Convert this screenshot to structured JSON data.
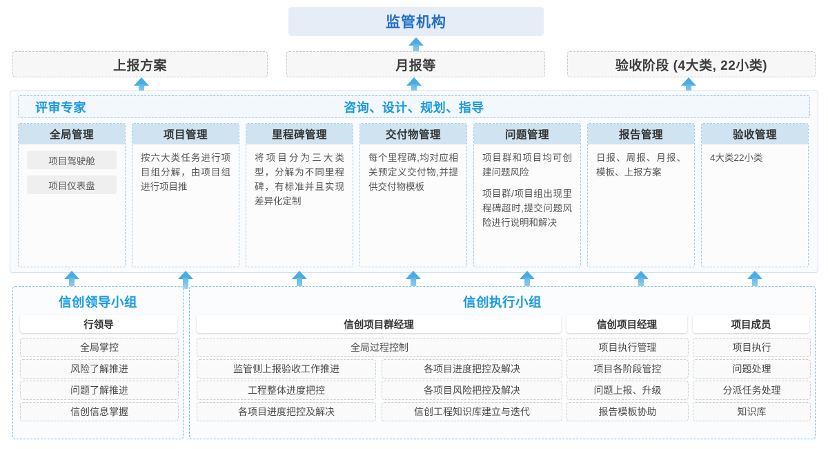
{
  "top": {
    "regulator_title": "监管机构",
    "deliverables": [
      {
        "label": "上报方案"
      },
      {
        "label": "月报等"
      },
      {
        "label": "验收阶段 (4大类, 22小类)"
      }
    ]
  },
  "middle": {
    "banner_left": "评审专家",
    "banner_center": "咨询、设计、规划、指导",
    "cards": [
      {
        "title": "全局管理",
        "paragraphs": [],
        "pills": [
          "项目驾驶舱",
          "项目仪表盘"
        ]
      },
      {
        "title": "项目管理",
        "paragraphs": [
          "按六大类任务进行项目组分解，由项目组进行项目推"
        ],
        "pills": []
      },
      {
        "title": "里程碑管理",
        "paragraphs": [
          "将项目分为三大类型，分解为不同里程碑，有标准并且实现差异化定制"
        ],
        "pills": []
      },
      {
        "title": "交付物管理",
        "paragraphs": [
          "每个里程碑,均对应相关预定义交付物,并提供交付物模板"
        ],
        "pills": []
      },
      {
        "title": "问题管理",
        "paragraphs": [
          "项目群和项目均可创建问题风险",
          "项目群/项目组出现里程碑超时,提交问题风险进行说明和解决"
        ],
        "pills": []
      },
      {
        "title": "报告管理",
        "paragraphs": [
          "日报、周报、月报、模板、上报方案"
        ],
        "pills": []
      },
      {
        "title": "验收管理",
        "paragraphs": [
          "4大类22小类"
        ],
        "pills": []
      }
    ]
  },
  "bottom": {
    "groups": [
      {
        "title": "信创领导小组",
        "roles": [
          {
            "head": "行领导",
            "items": [
              "全局掌控",
              "风险了解推进",
              "问题了解推进",
              "信创信息掌握"
            ]
          }
        ]
      },
      {
        "title": "信创执行小组",
        "roles": [
          {
            "head": "信创项目群经理",
            "wide_item": "全局过程控制",
            "col_left": [
              "监管侧上报验收工作推进",
              "工程整体进度把控",
              "各项目进度把控及解决"
            ],
            "col_right": [
              "各项目进度把控及解决",
              "各项目风险把控及解决",
              "信创工程知识库建立与迭代"
            ]
          },
          {
            "head": "信创项目经理",
            "items": [
              "项目执行管理",
              "项目各阶段管控",
              "问题上报、升级",
              "报告模板协助"
            ]
          },
          {
            "head": "项目成员",
            "items": [
              "项目执行",
              "问题处理",
              "分派任务处理",
              "知识库"
            ]
          }
        ]
      }
    ]
  },
  "colors": {
    "accent_blue": "#189ae0",
    "title_blue": "#1f6fc4",
    "arrow_blue": "#49ade4",
    "card_header": "#cfe3f0",
    "panel_border": "#cfe3f3"
  },
  "arrows": {
    "count_top": 3,
    "count_mid": 7,
    "icon": "arrow-up-icon"
  }
}
